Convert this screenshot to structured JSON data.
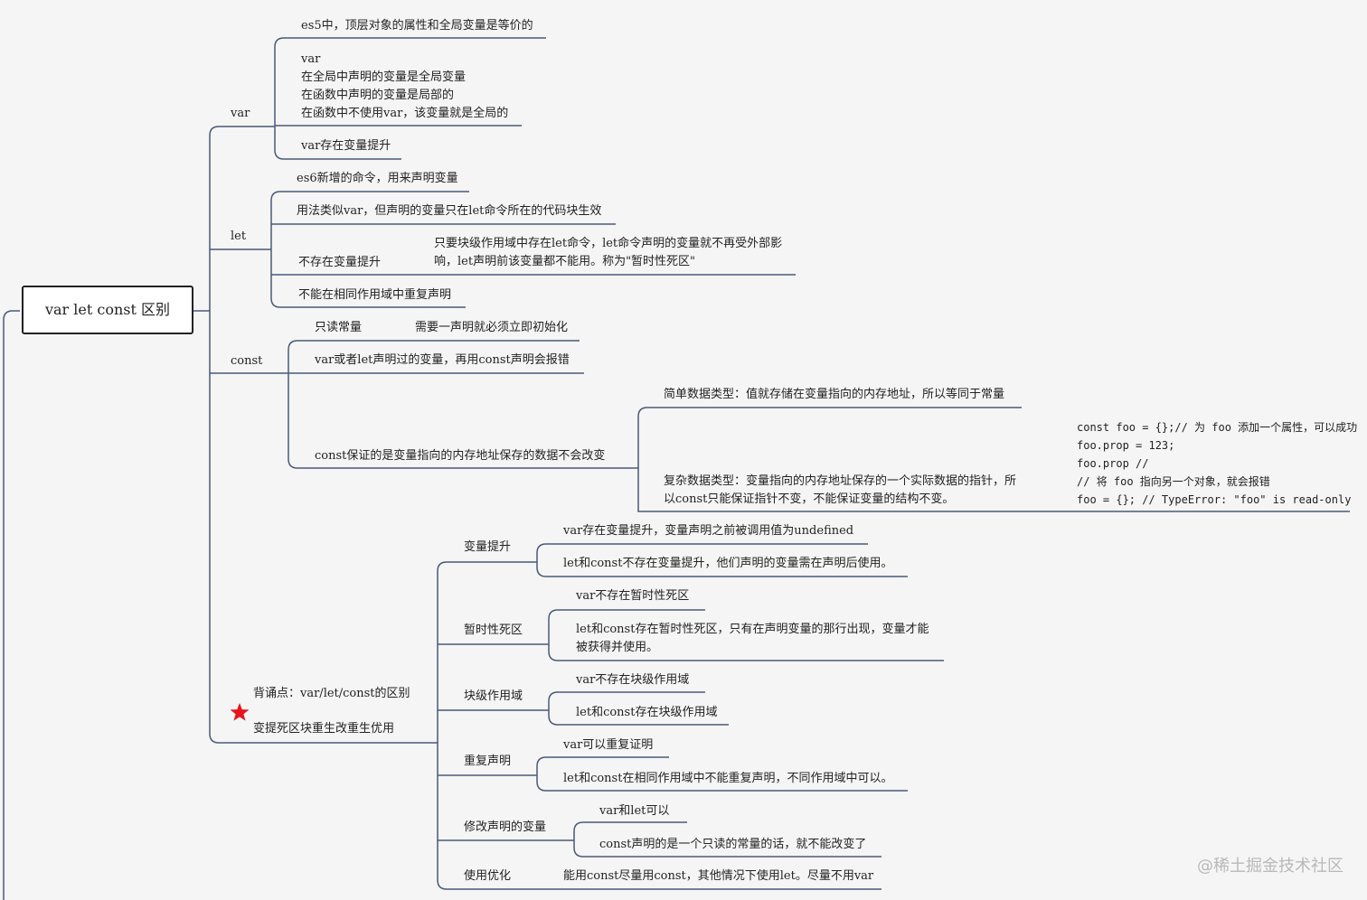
{
  "root": {
    "label": "var let const 区别"
  },
  "var": {
    "label": "var",
    "items": [
      "es5中，顶层对象的属性和全局变量是等价的",
      "var\n在全局中声明的变量是全局变量\n在函数中声明的变量是局部的\n在函数中不使用var，该变量就是全局的",
      "var存在变量提升"
    ]
  },
  "let": {
    "label": "let",
    "items": [
      "es6新增的命令，用来声明变量",
      "用法类似var，但声明的变量只在let命令所在的代码块生效",
      "不存在变量提升",
      "不能在相同作用域中重复声明"
    ],
    "tdz_note": "只要块级作用域中存在let命令，let命令声明的变量就不再受外部影\n响，let声明前该变量都不能用。称为\"暂时性死区\""
  },
  "const": {
    "label": "const",
    "readonly": "只读常量",
    "readonly_note": "需要一声明就必须立即初始化",
    "redeclare": "var或者let声明过的变量，再用const声明会报错",
    "address": "const保证的是变量指向的内存地址保存的数据不会改变",
    "simple": "简单数据类型：值就存储在变量指向的内存地址，所以等同于常量",
    "complex": "复杂数据类型：变量指向的内存地址保存的一个实际数据的指针，所\n以const只能保证指针不变，不能保证变量的结构不变。",
    "code": "const foo = {};// 为 foo 添加一个属性，可以成功\nfoo.prop = 123;\nfoo.prop //\n// 将 foo 指向另一个对象，就会报错\nfoo = {}; // TypeError: \"foo\" is read-only"
  },
  "summary": {
    "title": "背诵点：var/let/const的区别",
    "mnemonic": "变提死区块重生改重生优用",
    "star_icon": "red-star-icon",
    "star_color": "#e8141b",
    "groups": [
      {
        "label": "变量提升",
        "items": [
          "var存在变量提升，变量声明之前被调用值为undefined",
          "let和const不存在变量提升，他们声明的变量需在声明后使用。"
        ]
      },
      {
        "label": "暂时性死区",
        "items": [
          "var不存在暂时性死区",
          "let和const存在暂时性死区，只有在声明变量的那行出现，变量才能\n被获得并使用。"
        ]
      },
      {
        "label": "块级作用域",
        "items": [
          "var不存在块级作用域",
          "let和const存在块级作用域"
        ]
      },
      {
        "label": "重复声明",
        "items": [
          "var可以重复证明",
          "let和const在相同作用域中不能重复声明，不同作用域中可以。"
        ]
      },
      {
        "label": "修改声明的变量",
        "items": [
          "var和let可以",
          "const声明的是一个只读的常量的话，就不能改变了"
        ]
      },
      {
        "label": "使用优化",
        "items": [
          "能用const尽量用const，其他情况下使用let。尽量不用var"
        ]
      }
    ]
  },
  "watermark": "@稀土掘金技术社区",
  "line_color": "#4a5a78"
}
